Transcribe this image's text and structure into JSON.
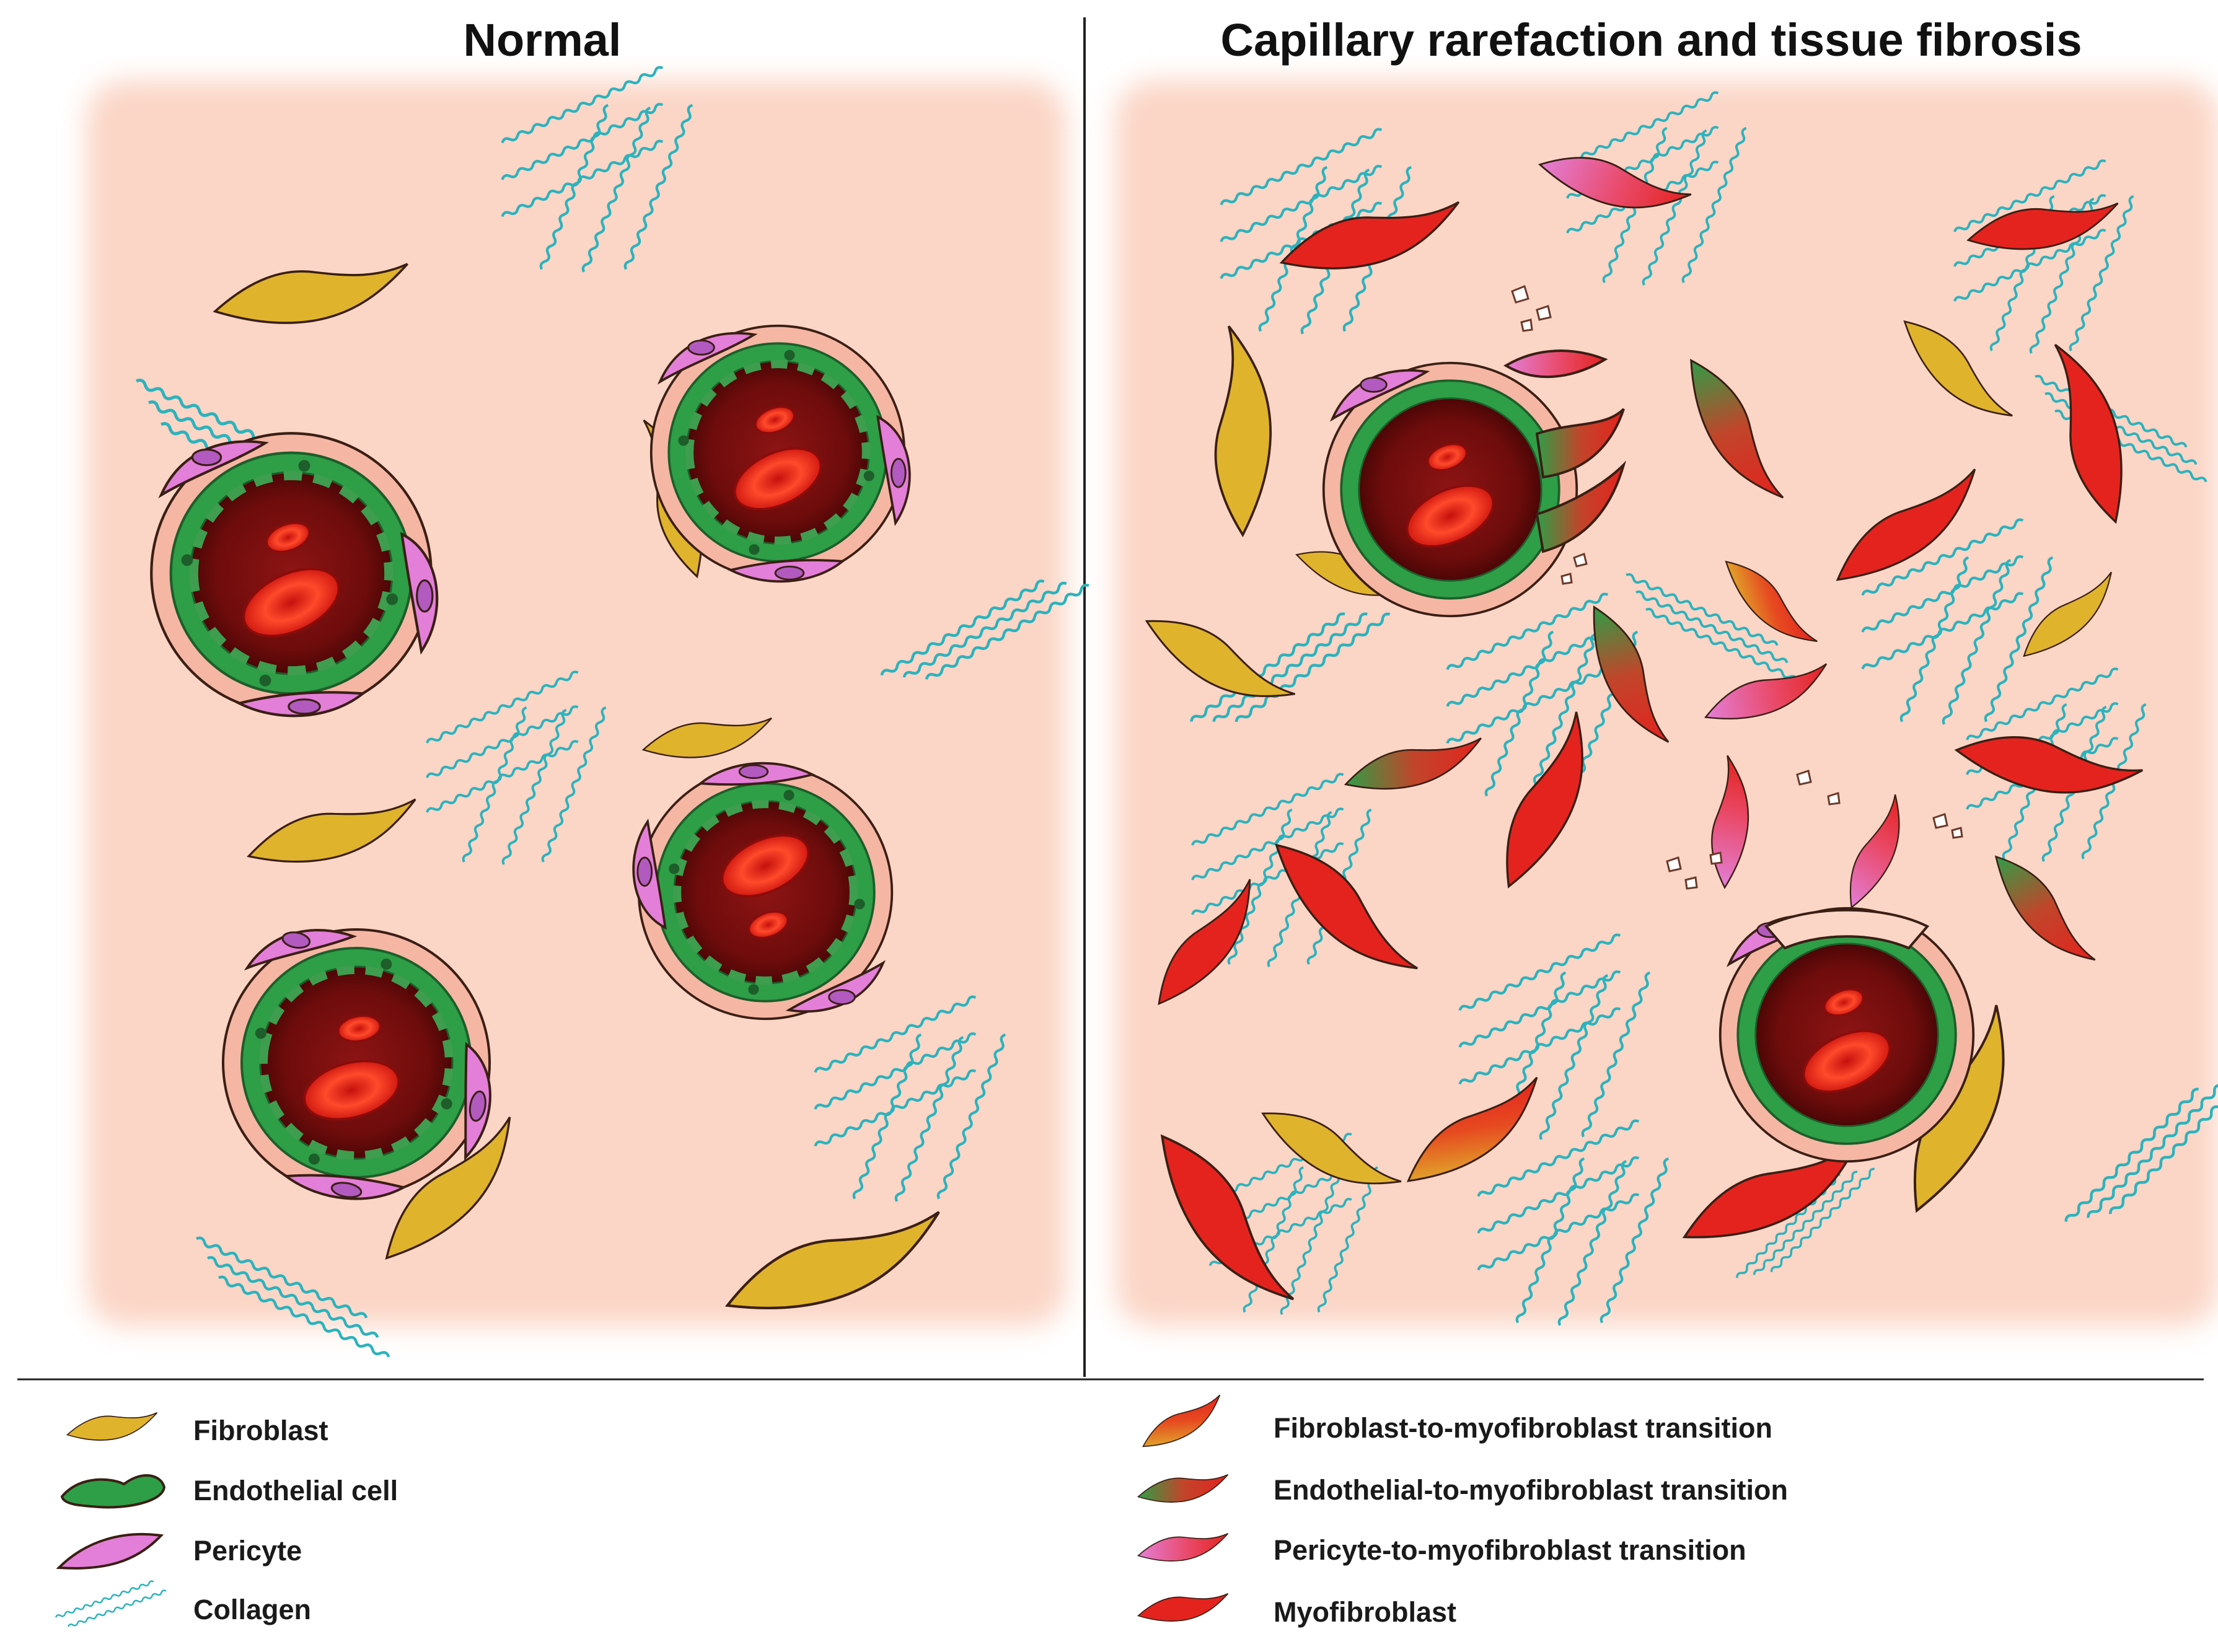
{
  "panels": {
    "normal_title": "Normal",
    "fibrosis_title": "Capillary rarefaction and tissue fibrosis"
  },
  "legend": {
    "left": [
      {
        "label": "Fibroblast",
        "icon": "fibroblast-icon",
        "color": "#e0b32c"
      },
      {
        "label": "Endothelial cell",
        "icon": "endothelial-cell-icon",
        "color": "#2e9e47"
      },
      {
        "label": "Pericyte",
        "icon": "pericyte-icon",
        "color": "#e37fd8"
      },
      {
        "label": "Collagen",
        "icon": "collagen-icon",
        "color": "#2bb3bd"
      }
    ],
    "right": [
      {
        "label": "Fibroblast-to-myofibroblast transition",
        "icon": "fibroblast-to-myofibroblast-icon",
        "color": "#e94b2a"
      },
      {
        "label": "Endothelial-to-myofibroblast transition",
        "icon": "endothelial-to-myofibroblast-icon",
        "color": "#d43a2a"
      },
      {
        "label": "Pericyte-to-myofibroblast transition",
        "icon": "pericyte-to-myofibroblast-icon",
        "color": "#e0527a"
      },
      {
        "label": "Myofibroblast",
        "icon": "myofibroblast-icon",
        "color": "#e4231f"
      }
    ]
  },
  "colors": {
    "tissue": "#fbdccf",
    "fibroblast": "#e0b32c",
    "myofibroblast": "#e4231f",
    "endothelial": "#2e9e47",
    "pericyte": "#e37fd8",
    "collagen": "#2bb3bd",
    "lumen": "#7a0d0d",
    "rbc": "#f0301e",
    "outline": "#3a1f14"
  }
}
